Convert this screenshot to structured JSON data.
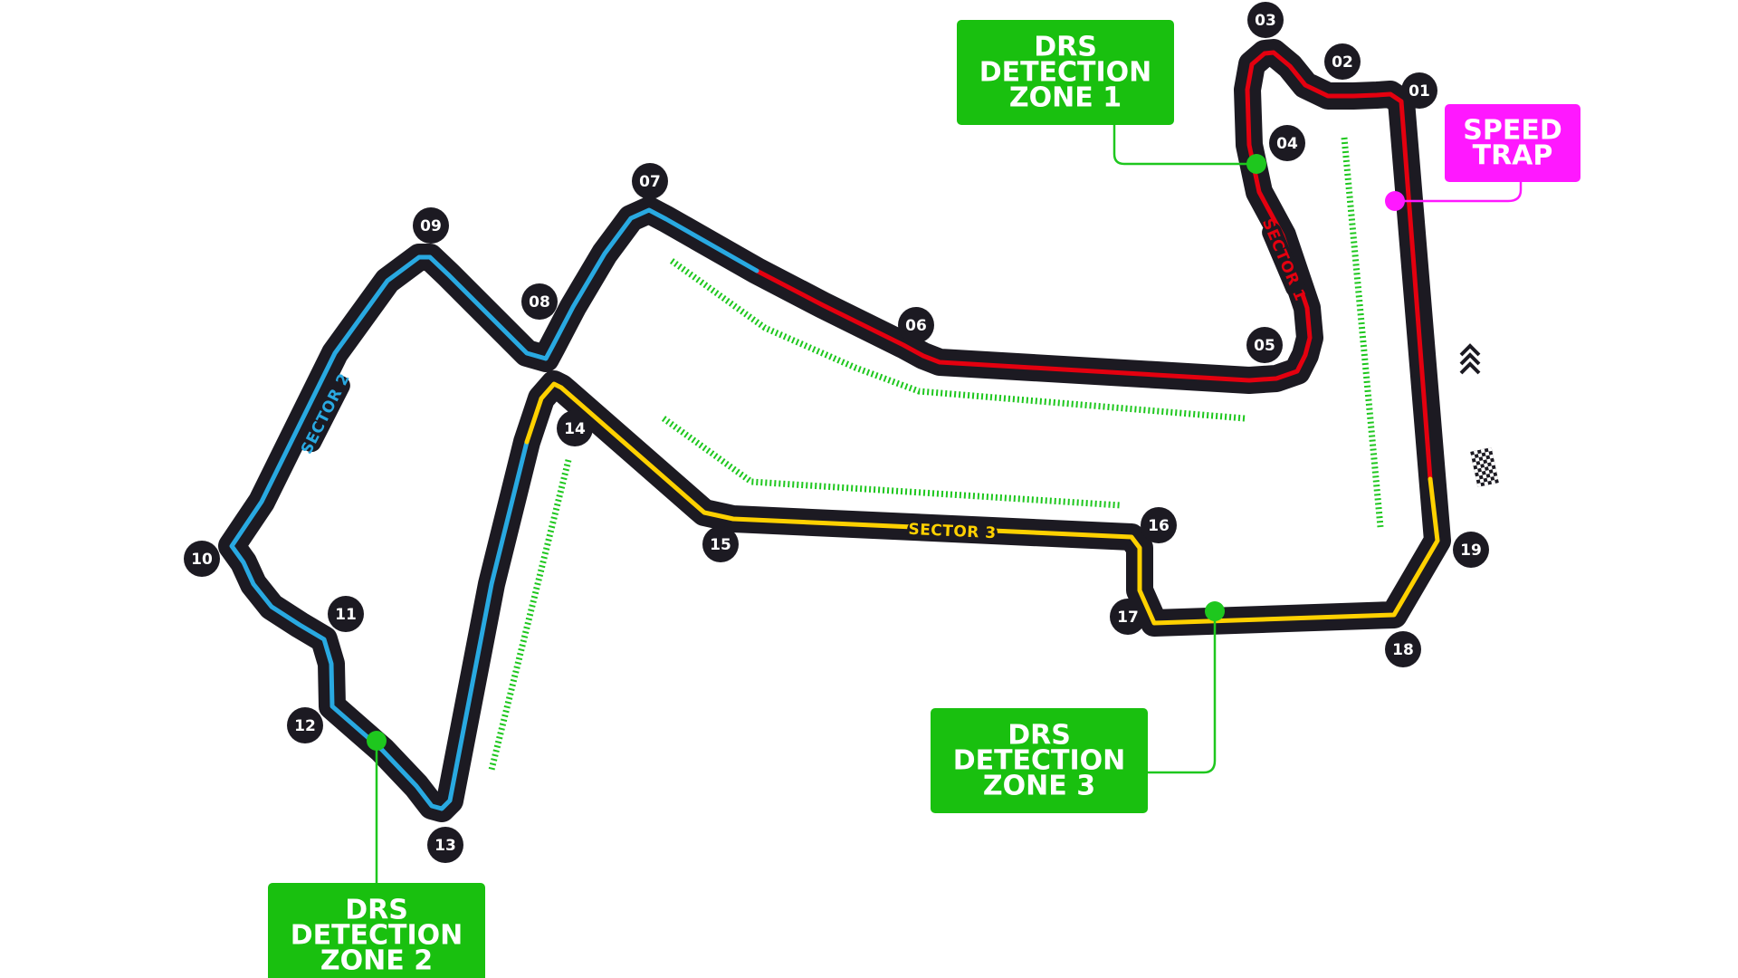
{
  "colors": {
    "track": "#1c1a22",
    "sector1": "#e4000f",
    "sector2": "#29a9e1",
    "sector3": "#ffd100",
    "drs": "#1ec71e",
    "drs_zone_box": "#19c00f",
    "speed_trap": "#ff18ff",
    "turn_badge": "#1c1a22"
  },
  "turns": [
    "01",
    "02",
    "03",
    "04",
    "05",
    "06",
    "07",
    "08",
    "09",
    "10",
    "11",
    "12",
    "13",
    "14",
    "15",
    "16",
    "17",
    "18",
    "19"
  ],
  "sectors": {
    "sector1": "SECTOR 1",
    "sector2": "SECTOR 2",
    "sector3": "SECTOR 3"
  },
  "drs_detection_zones": [
    {
      "line1": "DRS",
      "line2": "DETECTION",
      "line3": "ZONE 1"
    },
    {
      "line1": "DRS",
      "line2": "DETECTION",
      "line3": "ZONE 2"
    },
    {
      "line1": "DRS",
      "line2": "DETECTION",
      "line3": "ZONE 3"
    }
  ],
  "speed_trap": {
    "line1": "SPEED",
    "line2": "TRAP"
  },
  "icons": [
    "direction-chevrons-icon",
    "chequered-flag-icon"
  ]
}
